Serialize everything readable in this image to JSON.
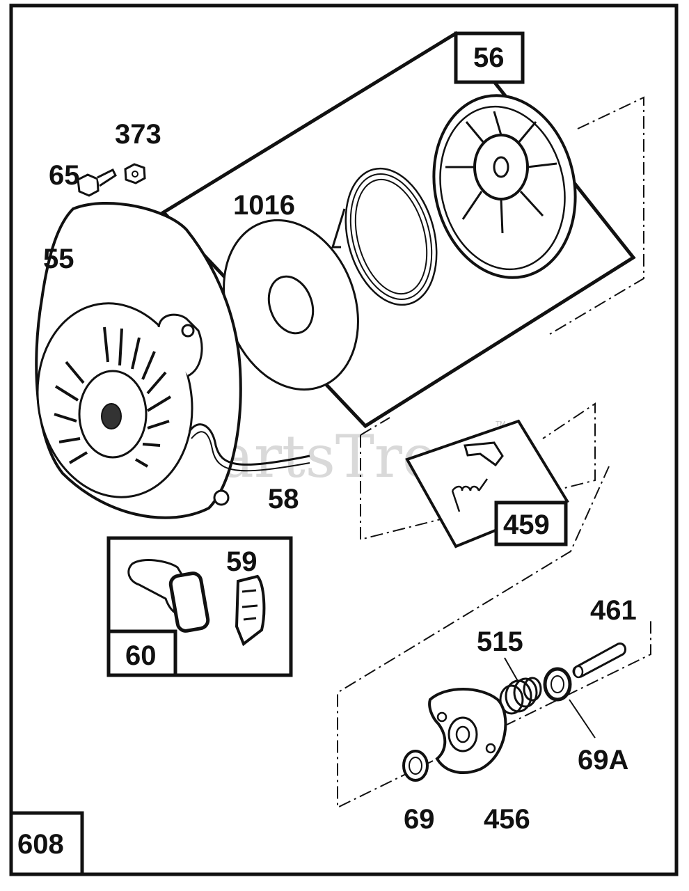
{
  "watermark": {
    "text": "PartsTree",
    "trademark": "TM"
  },
  "callouts": {
    "c56": "56",
    "c373": "373",
    "c65": "65",
    "c1016": "1016",
    "c55": "55",
    "c58": "58",
    "c459": "459",
    "c59": "59",
    "c60": "60",
    "c461": "461",
    "c515": "515",
    "c69A": "69A",
    "c69": "69",
    "c456": "456",
    "c608": "608"
  }
}
